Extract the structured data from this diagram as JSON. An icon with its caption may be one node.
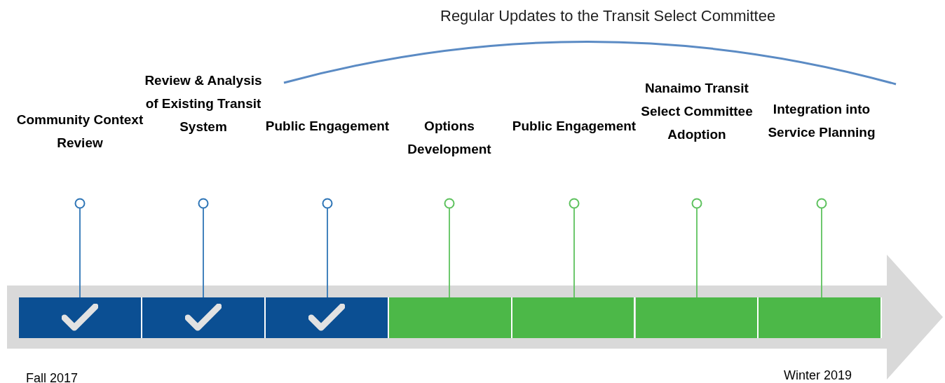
{
  "diagram": {
    "title": "Regular Updates to the Transit Select Committee",
    "nodes": [
      {
        "text": [
          "Community Context Review"
        ]
      },
      {
        "text": [
          "Review & Analysis of Existing Transit System"
        ]
      },
      {
        "text": [
          "Public Engagement"
        ]
      },
      {
        "text": [
          "Options Development"
        ]
      },
      {
        "text": [
          "Public Engagement"
        ]
      },
      {
        "text": [
          "Nanaimo Transit Select Committee Adoption"
        ]
      },
      {
        "text": [
          "Integration into Service Planning"
        ]
      },
      {
        "text": [],
        "shape": "bar"
      },
      {
        "text": [],
        "shape": "bar"
      },
      {
        "text": [],
        "shape": "bar"
      },
      {
        "text": [],
        "shape": "bar"
      },
      {
        "text": [],
        "shape": "bar"
      },
      {
        "text": [],
        "shape": "bar"
      },
      {
        "text": [],
        "shape": "bar"
      },
      {
        "text": [],
        "shape": "checkmark",
        "in": 7
      },
      {
        "text": [],
        "shape": "checkmark",
        "in": 8
      },
      {
        "text": [],
        "shape": "checkmark",
        "in": 9
      }
    ],
    "edges": [
      {
        "from": 0,
        "to": 7,
        "arrow": "other",
        "color": "#0b4f93"
      },
      {
        "from": 1,
        "to": 8,
        "arrow": "other",
        "color": "#0b4f93"
      },
      {
        "from": 2,
        "to": 9,
        "arrow": "other",
        "color": "#0b4f93"
      },
      {
        "from": 3,
        "to": 10,
        "arrow": "other"
      },
      {
        "from": 4,
        "to": 11,
        "arrow": "other"
      },
      {
        "from": 5,
        "to": 12,
        "arrow": "other"
      },
      {
        "from": 6,
        "to": 13,
        "arrow": "other"
      }
    ],
    "labels": [
      "Fall 2017",
      "Winter 2019"
    ]
  }
}
